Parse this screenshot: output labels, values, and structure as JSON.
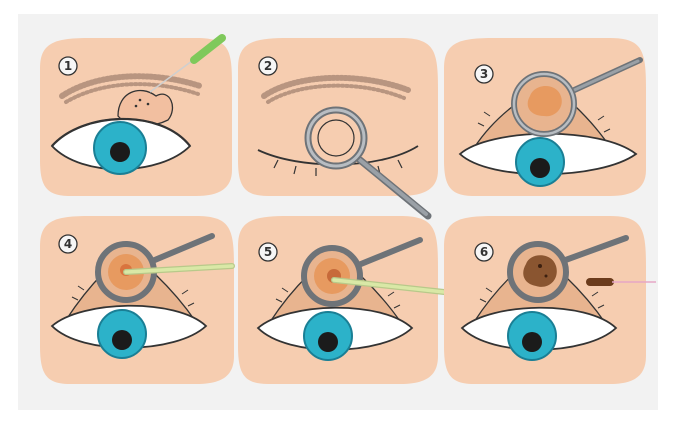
{
  "colors": {
    "background": "#f2f2f2",
    "skin": "#f6cdb0",
    "skin_dark": "#e8b48f",
    "eyelid_inner": "#c7987a",
    "iris": "#2cb2c9",
    "iris_ring": "#1a7f95",
    "pupil": "#1b1b1b",
    "sclera": "#ffffff",
    "outline": "#333333",
    "instrument": "#9aa0a6",
    "instrument_dark": "#6e7378",
    "swab": "#d9e8a6",
    "needle": "#7fc95b",
    "chalazion_content": "#e79a60",
    "cautery_tip": "#6b3b1c",
    "cautery_wire": "#e6a7c6"
  },
  "steps": [
    {
      "number": "1",
      "icon": "injection-syringe-icon"
    },
    {
      "number": "2",
      "icon": "clamp-placement-icon"
    },
    {
      "number": "3",
      "icon": "everted-lid-clamp-icon"
    },
    {
      "number": "4",
      "icon": "incision-swab-icon"
    },
    {
      "number": "5",
      "icon": "curettage-swab-icon"
    },
    {
      "number": "6",
      "icon": "cautery-icon"
    }
  ]
}
